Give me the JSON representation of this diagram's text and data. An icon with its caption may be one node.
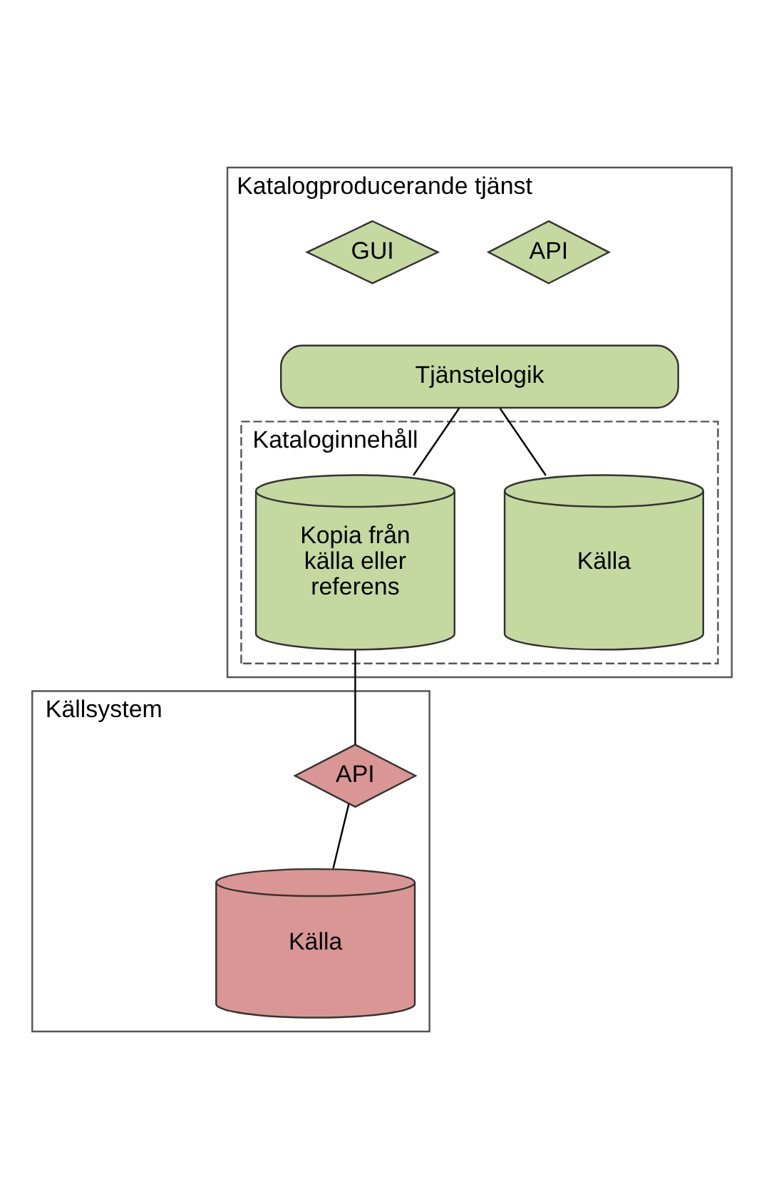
{
  "diagram": {
    "nodes": [
      {
        "text": [
          "Katalogproducerande tjänst"
        ]
      },
      {
        "text": [
          "GUI"
        ],
        "in": 0
      },
      {
        "text": [
          "API"
        ],
        "in": 0
      },
      {
        "text": [
          "Tjänstelogik"
        ],
        "in": 0
      },
      {
        "text": [
          "Kataloginnehåll"
        ],
        "in": 0
      },
      {
        "text": [
          "Kopia från källa eller referens"
        ],
        "in": 4
      },
      {
        "text": [
          "Källa"
        ],
        "in": 4
      },
      {
        "text": [
          "Källsystem"
        ]
      },
      {
        "text": [
          "API"
        ],
        "in": 7
      },
      {
        "text": [
          "Källa"
        ],
        "in": 7
      }
    ],
    "edges": [
      {
        "from": 3,
        "to": 5,
        "arrow": "none"
      },
      {
        "from": 3,
        "to": 6,
        "arrow": "none"
      },
      {
        "from": 5,
        "to": 8,
        "arrow": "none"
      },
      {
        "from": 8,
        "to": 9,
        "arrow": "none"
      }
    ]
  }
}
